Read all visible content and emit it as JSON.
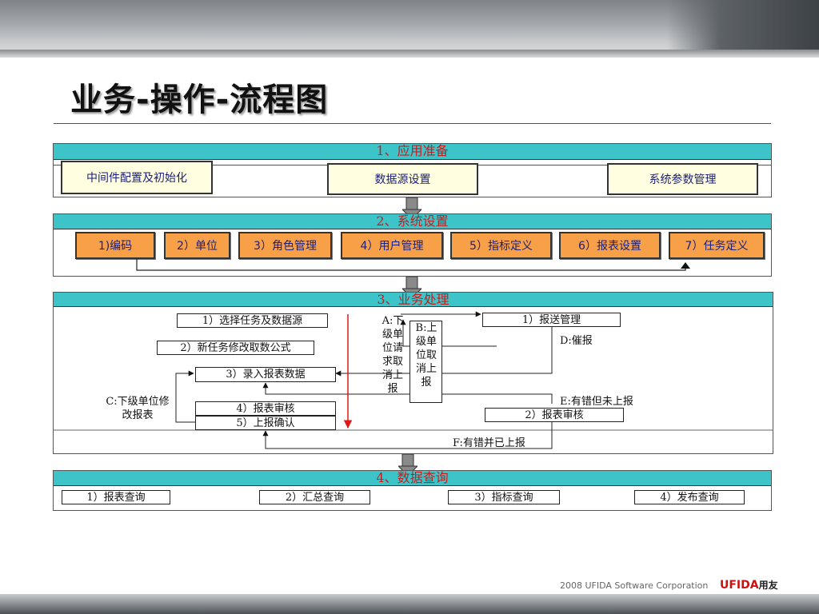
{
  "slide": {
    "title": "业务-操作-流程图",
    "footer": "2008 UFIDA Software Corporation",
    "logo_text": "UFIDA",
    "logo_cn": "用友"
  },
  "colors": {
    "bar": "#3cc4c9",
    "bar_text": "#c41e1e",
    "cream_box": "#fffee0",
    "orange_box": "#f8a048",
    "red_line": "#e01818"
  },
  "sections": {
    "app_prep": {
      "title": "1、应用准备",
      "items": [
        "中间件配置及初始化",
        "数据源设置",
        "系统参数管理"
      ]
    },
    "sys_setup": {
      "title": "2、系统设置",
      "items": [
        "1)编码",
        "2）单位",
        "3）角色管理",
        "4）用户管理",
        "5）指标定义",
        "6）报表设置",
        "7）任务定义"
      ]
    },
    "biz": {
      "title": "3、业务处理",
      "left_steps": [
        "1）选择任务及数据源",
        "2）新任务修改取数公式",
        "3）录入报表数据",
        "4）报表审核",
        "5）上报确认"
      ],
      "right_steps": [
        "1）报送管理",
        "2）报表审核"
      ],
      "label_a": "A:下级单位请求取消上报",
      "label_b": "B:上级单位取消上报",
      "label_c": "C:下级单位修改报表",
      "label_d": "D:催报",
      "label_e": "E:有错但未上报",
      "label_f": "F:有错并已上报"
    },
    "query": {
      "title": "4、数据查询",
      "items": [
        "1）报表查询",
        "2）汇总查询",
        "3）指标查询",
        "4）发布查询"
      ]
    }
  }
}
